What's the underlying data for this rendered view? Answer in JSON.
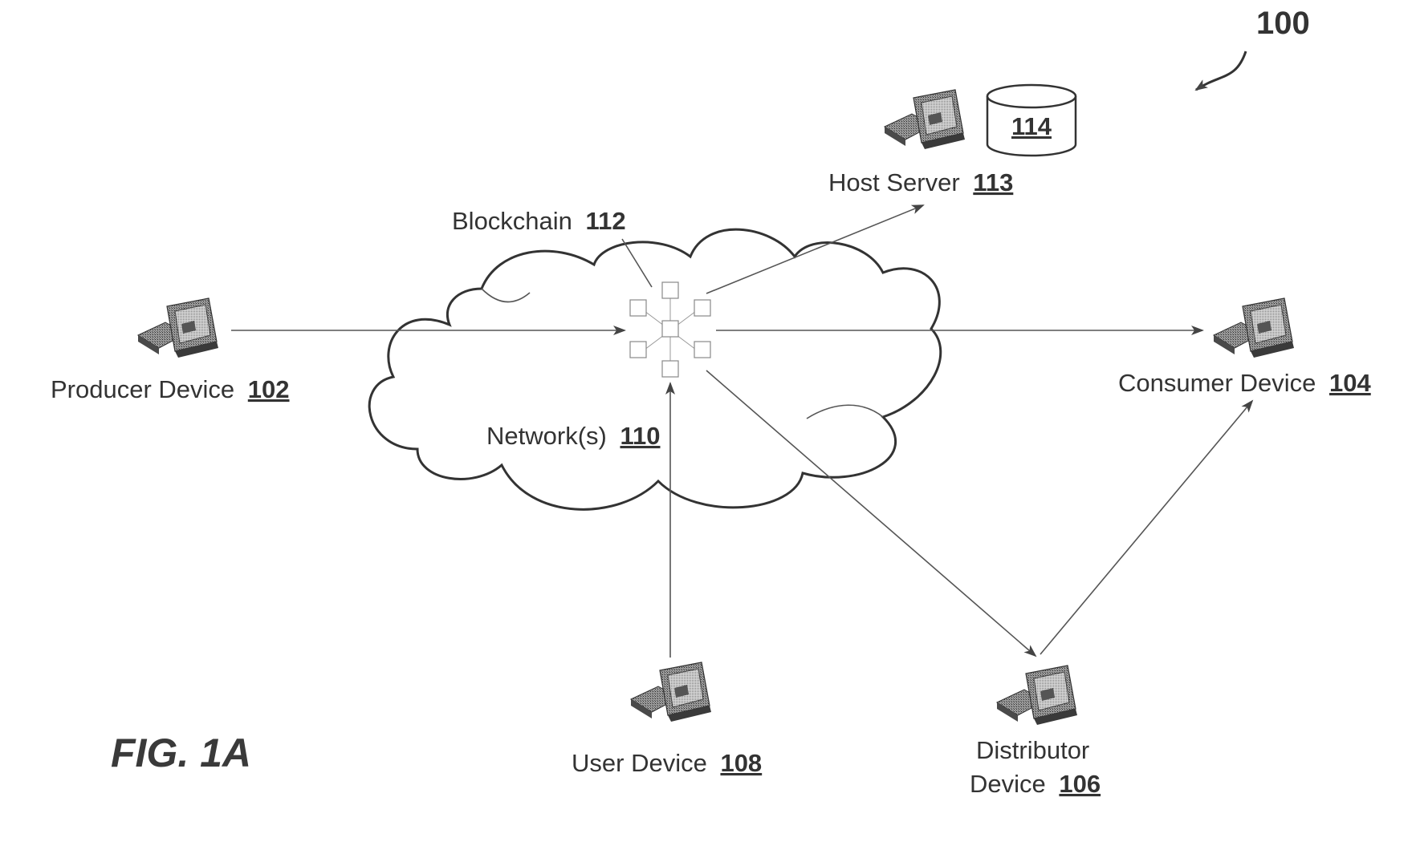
{
  "figure": {
    "ref_number": "100",
    "caption": "FIG. 1A"
  },
  "nodes": {
    "producer": {
      "label": "Producer Device",
      "ref": "102"
    },
    "consumer": {
      "label": "Consumer Device",
      "ref": "104"
    },
    "distributor": {
      "label_line1": "Distributor",
      "label_line2": "Device",
      "ref": "106"
    },
    "user": {
      "label": "User Device",
      "ref": "108"
    },
    "network": {
      "label": "Network(s)",
      "ref": "110"
    },
    "blockchain": {
      "label": "Blockchain",
      "ref": "112"
    },
    "host_server": {
      "label": "Host Server",
      "ref": "113"
    },
    "database": {
      "ref": "114"
    }
  },
  "icons": {
    "device": "computer-terminal-icon",
    "database": "database-cylinder-icon",
    "blockchain": "cube-network-icon",
    "network": "cloud-shape"
  }
}
